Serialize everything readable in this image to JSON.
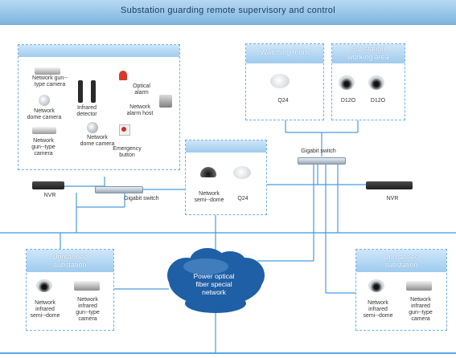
{
  "title": "Substation guarding remote supervisory and control",
  "left_panel": {
    "labels": {
      "gun_camera_1": "Network gun--\ntype camera",
      "dome_camera_1": "Network\ndome camera",
      "gun_camera_2": "Network\ngun--type\ncamera",
      "infrared_detector": "Infrared\ndetector",
      "dome_camera_2": "Network\ndome camera",
      "optical_alarm": "Optical\nalarm",
      "alarm_host": "Network\nalarm host",
      "emergency_button": "Emergency\nbutton"
    }
  },
  "center_panel": {
    "semi_dome": "Network\nsemi--dome",
    "q24": "Q24"
  },
  "watching_room": {
    "title": "Watching room",
    "camera_label": "Q24"
  },
  "working_area": {
    "title": "Substation\nworking area",
    "camera_1": "D12O",
    "camera_2": "D12O"
  },
  "nvr_left": "NVR",
  "nvr_right": "NVR",
  "switch_left": "Gigabit switch",
  "switch_right": "Gigabit switch",
  "cloud": "Power optical\nfiber special\nnetwork",
  "unmanned_left": {
    "title": "Unmanned\nsubstation",
    "semi_dome": "Network\ninfrared\nsemi--dome",
    "gun_camera": "Network\ninfrared\ngun--type\ncamera"
  },
  "unmanned_right": {
    "title": "Unmanned\nsubstation",
    "semi_dome": "Network\ninfrared\nsemi--dome",
    "gun_camera": "Network\ninfrared\ngun--type\ncamera"
  },
  "colors": {
    "wire": "#4a9be0",
    "box_border": "#6fb0e4",
    "header": "#9fcbee",
    "cloud": "#1f5fa6"
  }
}
